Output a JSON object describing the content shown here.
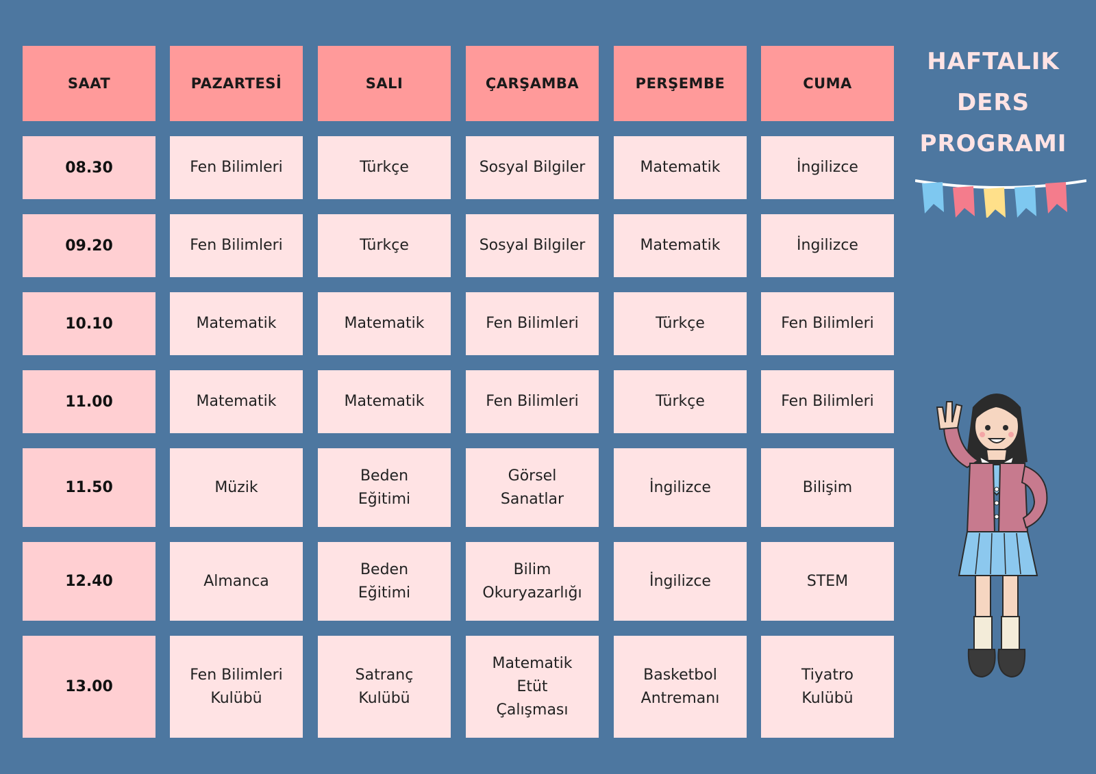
{
  "title": {
    "line1": "HAFTALIK",
    "line2": "DERS",
    "line3": "PROGRAMI"
  },
  "headers": [
    "SAAT",
    "PAZARTESİ",
    "SALI",
    "ÇARŞAMBA",
    "PERŞEMBE",
    "CUMA"
  ],
  "rows": [
    {
      "time": "08.30",
      "lessons": [
        "Fen Bilimleri",
        "Türkçe",
        "Sosyal Bilgiler",
        "Matematik",
        "İngilizce"
      ]
    },
    {
      "time": "09.20",
      "lessons": [
        "Fen Bilimleri",
        "Türkçe",
        "Sosyal Bilgiler",
        "Matematik",
        "İngilizce"
      ]
    },
    {
      "time": "10.10",
      "lessons": [
        "Matematik",
        "Matematik",
        "Fen Bilimleri",
        "Türkçe",
        "Fen Bilimleri"
      ]
    },
    {
      "time": "11.00",
      "lessons": [
        "Matematik",
        "Matematik",
        "Fen Bilimleri",
        "Türkçe",
        "Fen Bilimleri"
      ]
    },
    {
      "time": "11.50",
      "lessons": [
        "Müzik",
        "Beden\nEğitimi",
        "Görsel\nSanatlar",
        "İngilizce",
        "Bilişim"
      ]
    },
    {
      "time": "12.40",
      "lessons": [
        "Almanca",
        "Beden\nEğitimi",
        "Bilim\nOkuryazarlığı",
        "İngilizce",
        "STEM"
      ]
    },
    {
      "time": "13.00",
      "lessons": [
        "Fen Bilimleri\nKulübü",
        "Satranç\nKulübü",
        "Matematik\nEtüt\nÇalışması",
        "Basketbol\nAntremanı",
        "Tiyatro\nKulübü"
      ]
    }
  ],
  "colors": {
    "background": "#4d77a0",
    "header": "#ff9a9a",
    "time_cell": "#ffcfd2",
    "lesson_cell": "#ffe3e4",
    "flags": [
      "#7ec8f0",
      "#f47c8c",
      "#ffe08a",
      "#7ec8f0",
      "#f47c8c"
    ]
  },
  "icons": {
    "bunting": "bunting-icon",
    "character": "waving-girl-illustration"
  }
}
